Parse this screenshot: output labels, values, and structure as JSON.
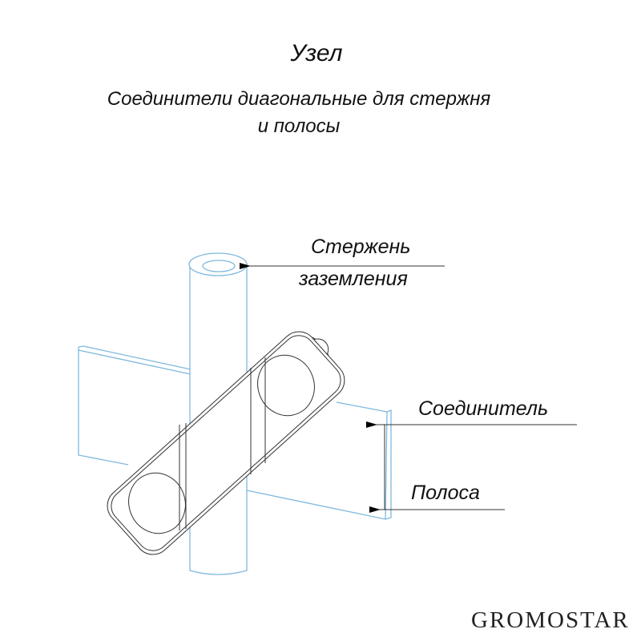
{
  "title": "Узел",
  "subtitle": {
    "line1": "Соединители диагональные для стержня",
    "line2": "и полосы"
  },
  "labels": {
    "rod_line1": "Стержень",
    "rod_line2": "заземления",
    "connector": "Соединитель",
    "strip": "Полоса"
  },
  "logo": "GROMOSTAR",
  "colors": {
    "rod_strip": "#7fb8de",
    "connector": "#333333",
    "text": "#111111"
  }
}
